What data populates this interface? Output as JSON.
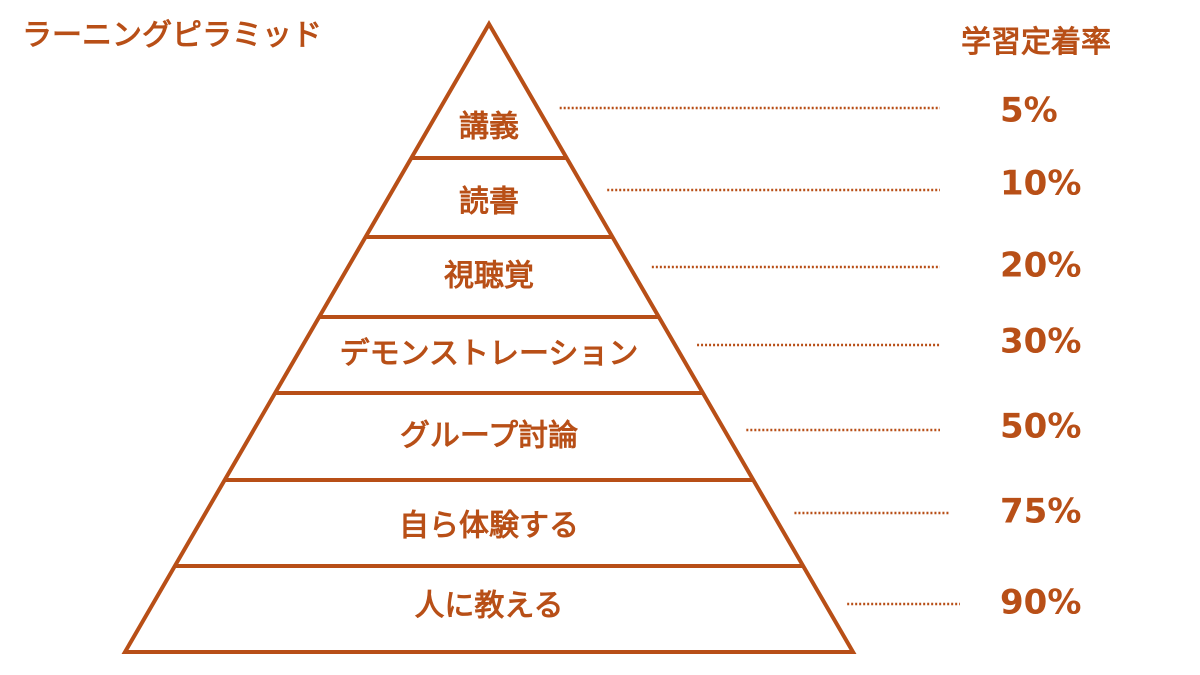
{
  "title": "ラーニングピラミッド",
  "retention_heading": "学習定着率",
  "accent_color": "#b84f17",
  "layers": [
    {
      "label": "講義",
      "rate": "5%"
    },
    {
      "label": "読書",
      "rate": "10%"
    },
    {
      "label": "視聴覚",
      "rate": "20%"
    },
    {
      "label": "デモンストレーション",
      "rate": "30%"
    },
    {
      "label": "グループ討論",
      "rate": "50%"
    },
    {
      "label": "自ら体験する",
      "rate": "75%"
    },
    {
      "label": "人に教える",
      "rate": "90%"
    }
  ]
}
